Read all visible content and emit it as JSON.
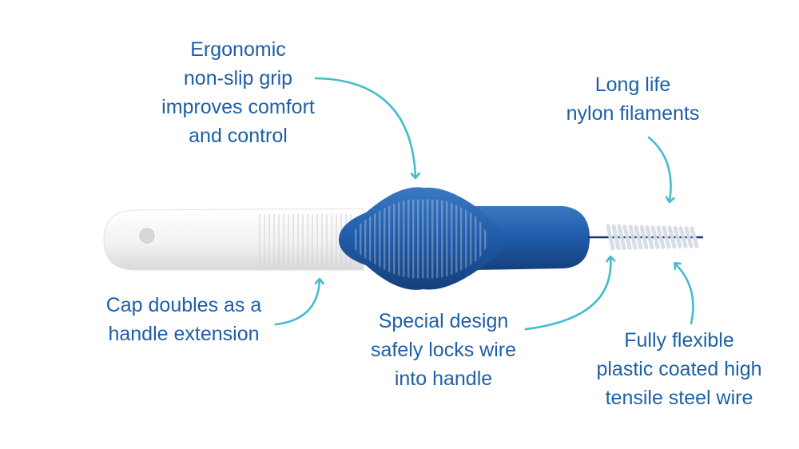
{
  "colors": {
    "text": "#1f5fa6",
    "arrow": "#45bccb",
    "handle_blue": "#1f5ba8",
    "handle_white": "#f4f4f4",
    "wire": "#1b2f6e"
  },
  "callouts": {
    "grip": {
      "lines": [
        "Ergonomic",
        "non-slip grip",
        "improves comfort",
        "and control"
      ]
    },
    "filaments": {
      "lines": [
        "Long life",
        "nylon filaments"
      ]
    },
    "cap": {
      "lines": [
        "Cap doubles as a",
        "handle extension"
      ]
    },
    "lock": {
      "lines": [
        "Special design",
        "safely locks wire",
        "into handle"
      ]
    },
    "wire": {
      "lines": [
        "Fully flexible",
        "plastic coated high",
        "tensile steel wire"
      ]
    }
  },
  "icons": {
    "product": "interdental-brush-icon"
  }
}
